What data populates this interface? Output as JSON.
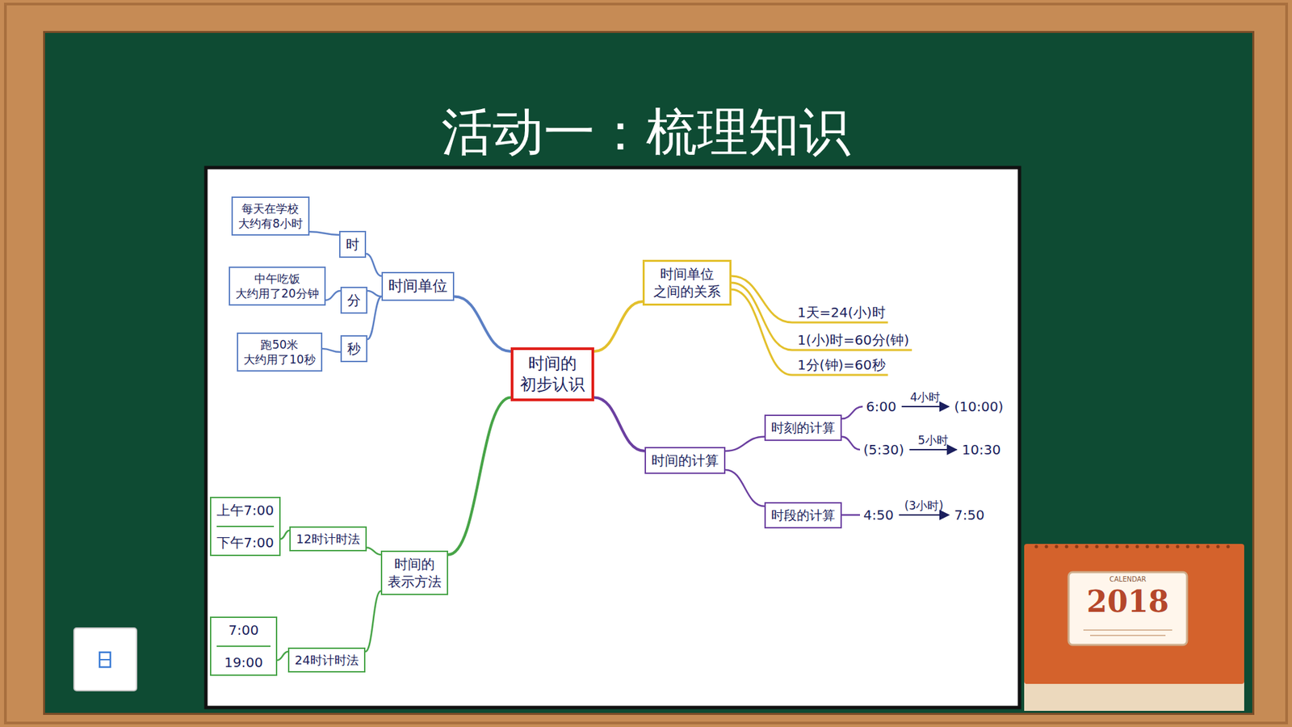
{
  "diagram": {
    "title": "活动一：梳理知识",
    "nodes": [
      {
        "text": [
          "时间的 初步认识"
        ]
      },
      {
        "text": [
          "时间单位"
        ]
      },
      {
        "text": [
          "时"
        ]
      },
      {
        "text": [
          "分"
        ]
      },
      {
        "text": [
          "秒"
        ]
      },
      {
        "text": [
          "每天在学校 大约有8小时"
        ]
      },
      {
        "text": [
          "中午吃饭 大约用了20分钟"
        ]
      },
      {
        "text": [
          "跑50米 大约用了10秒"
        ]
      },
      {
        "text": [
          "时间单位 之间的关系"
        ]
      },
      {
        "text": [
          "时间的计算"
        ]
      },
      {
        "text": [
          "时刻的计算"
        ]
      },
      {
        "text": [
          "时段的计算"
        ]
      },
      {
        "text": [
          "时间的 表示方法"
        ]
      },
      {
        "text": [
          "12时计时法"
        ]
      },
      {
        "text": [
          "24时计时法"
        ]
      },
      {
        "text": [
          "上午7:00",
          "下午7:00"
        ]
      },
      {
        "text": [
          "7:00",
          "19:00"
        ]
      }
    ],
    "edges": [
      {
        "from": 0,
        "to": 1,
        "arrow": "none"
      },
      {
        "from": 1,
        "to": 2,
        "arrow": "none"
      },
      {
        "from": 1,
        "to": 3,
        "arrow": "none"
      },
      {
        "from": 1,
        "to": 4,
        "arrow": "none"
      },
      {
        "from": 2,
        "to": 5,
        "arrow": "none"
      },
      {
        "from": 3,
        "to": 6,
        "arrow": "none"
      },
      {
        "from": 4,
        "to": 7,
        "arrow": "none"
      },
      {
        "from": 0,
        "to": 8,
        "arrow": "none"
      },
      {
        "from": 0,
        "to": 9,
        "arrow": "none"
      },
      {
        "from": 9,
        "to": 10,
        "arrow": "none"
      },
      {
        "from": 9,
        "to": 11,
        "arrow": "none"
      },
      {
        "from": 0,
        "to": 12,
        "arrow": "none"
      },
      {
        "from": 12,
        "to": 13,
        "arrow": "none"
      },
      {
        "from": 12,
        "to": 14,
        "arrow": "none"
      },
      {
        "from": 13,
        "to": 15,
        "arrow": "none"
      },
      {
        "from": 14,
        "to": 16,
        "arrow": "none"
      }
    ],
    "labels": [
      "1天=24(小)时",
      "1(小)时=60分(钟)",
      "1分(钟)=60秒",
      "6:00",
      "4小时",
      "(10:00)",
      "(5:30)",
      "5小时",
      "10:30",
      "4:50",
      "(3小时)",
      "7:50",
      "2018",
      "CALENDAR"
    ]
  }
}
